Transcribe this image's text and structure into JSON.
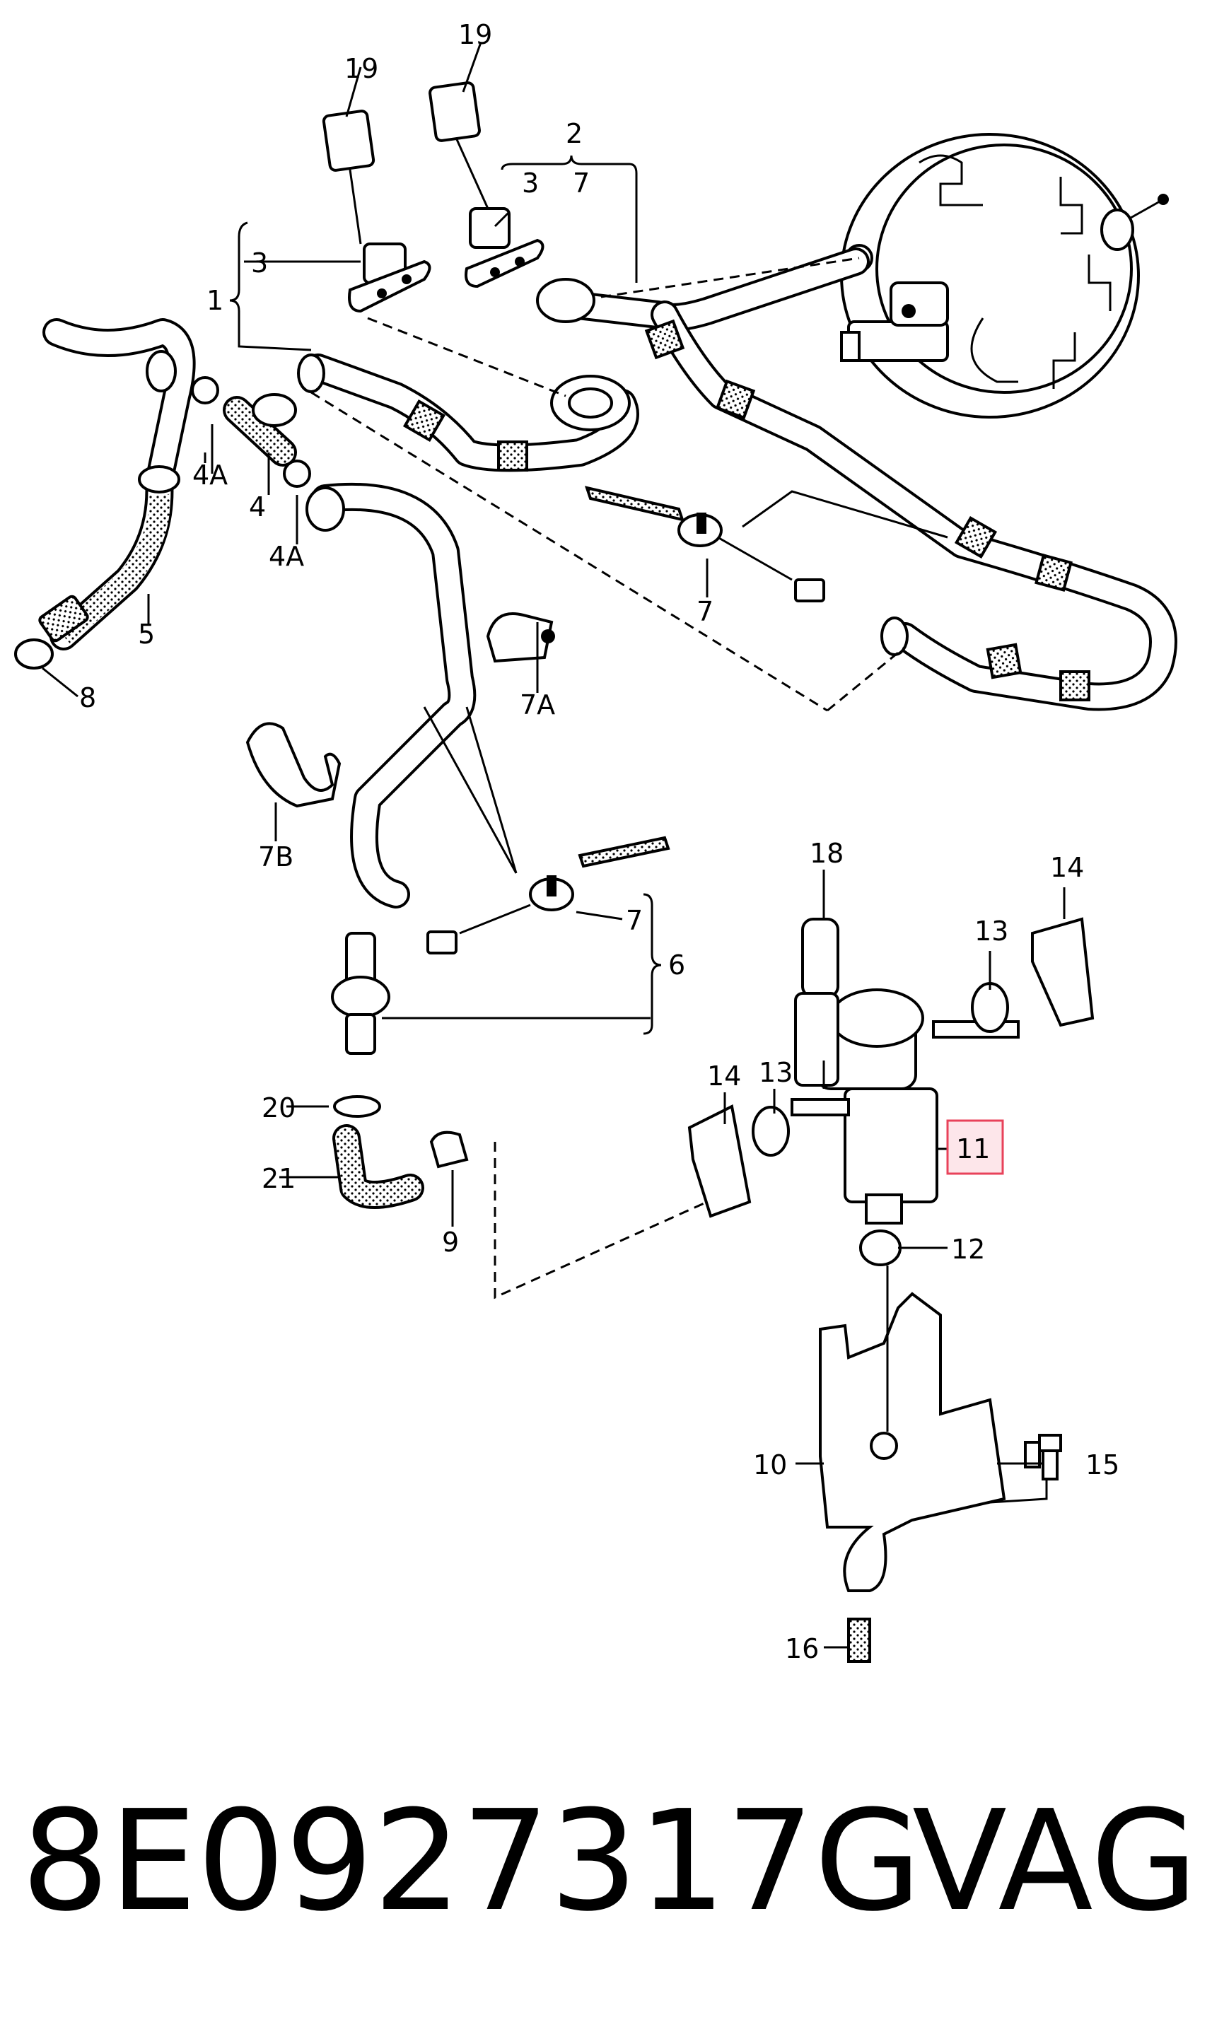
{
  "callouts": {
    "c1": "1",
    "c2": "2",
    "c3a": "3",
    "c3b": "3",
    "c4": "4",
    "c4a_1": "4A",
    "c4a_2": "4A",
    "c5": "5",
    "c6": "6",
    "c7a": "7",
    "c7b": "7",
    "c7c": "7",
    "c7A": "7A",
    "c7B": "7B",
    "c8": "8",
    "c9": "9",
    "c10": "10",
    "c11": "11",
    "c12": "12",
    "c13a": "13",
    "c13b": "13",
    "c14a": "14",
    "c14b": "14",
    "c15": "15",
    "c16": "16",
    "c18": "18",
    "c19a": "19",
    "c19b": "19",
    "c20": "20",
    "c21": "21"
  },
  "footer": {
    "part_number": "8E0927317G",
    "brand": "VAG"
  },
  "highlight": {
    "color": "#e8425a",
    "fill": "#fde6ea"
  }
}
